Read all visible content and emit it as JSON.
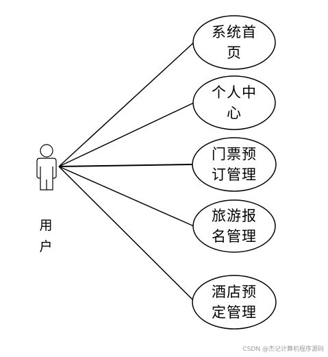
{
  "actor": {
    "label": "用户"
  },
  "use_cases": [
    {
      "label": "系统首页"
    },
    {
      "label": "个人中心"
    },
    {
      "label": "门票预订管理"
    },
    {
      "label": "旅游报名管理"
    },
    {
      "label": "酒店预定管理"
    }
  ],
  "watermark": "CSDN @杰记计算机程序源码"
}
